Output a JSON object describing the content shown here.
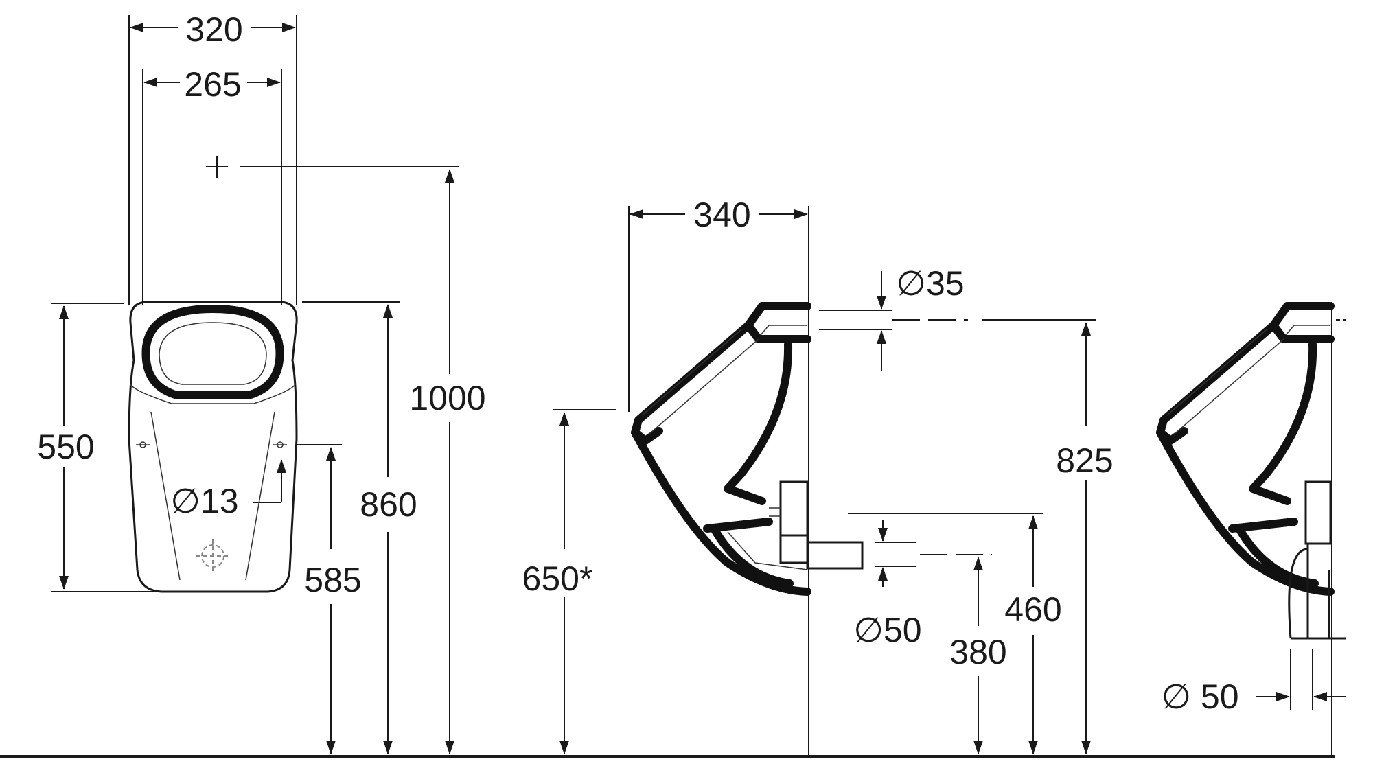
{
  "front_view": {
    "width_outer": "320",
    "width_inner": "265",
    "height_body": "550",
    "height_total": "1000",
    "height_top_rim": "860",
    "height_fixing": "585",
    "hole_diameter": "∅13"
  },
  "side_view": {
    "depth": "340",
    "inlet_diameter": "∅35",
    "rim_height": "650*",
    "inlet_height": "825",
    "outlet_diameter": "∅50",
    "outlet_height_low": "380",
    "outlet_height_high": "460"
  },
  "side_view_alt": {
    "outlet_diameter": "∅ 50"
  },
  "colors": {
    "line": "#1a1a1a",
    "background": "#ffffff"
  }
}
